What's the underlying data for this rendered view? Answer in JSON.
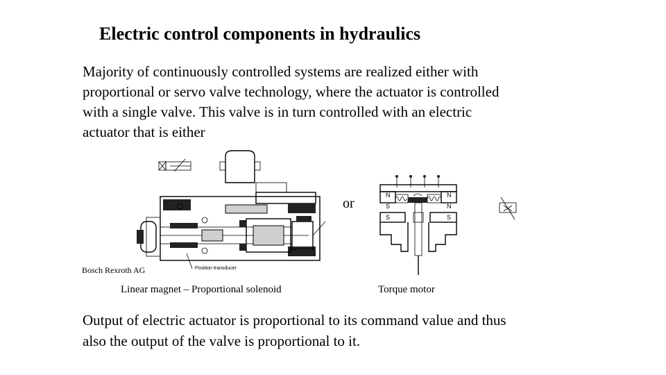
{
  "slide": {
    "title": "Electric control components in hydraulics",
    "intro": "Majority of continuously controlled systems are realized either with proportional or servo valve technology, where the actuator is controlled with a single valve. This valve is in turn controlled with an electric actuator that is either",
    "or_text": "or",
    "credit": "Bosch Rexroth AG",
    "caption_left": "Linear magnet – Proportional solenoid",
    "caption_right": "Torque motor",
    "conclusion": "Output of electric actuator is proportional to its command value and thus also the output of the valve is proportional to it."
  },
  "figures": {
    "solenoid": {
      "callout": "Position transducer"
    },
    "torque_motor": {
      "pole_labels": [
        "N",
        "N",
        "S",
        "N",
        "S",
        "S"
      ]
    }
  }
}
